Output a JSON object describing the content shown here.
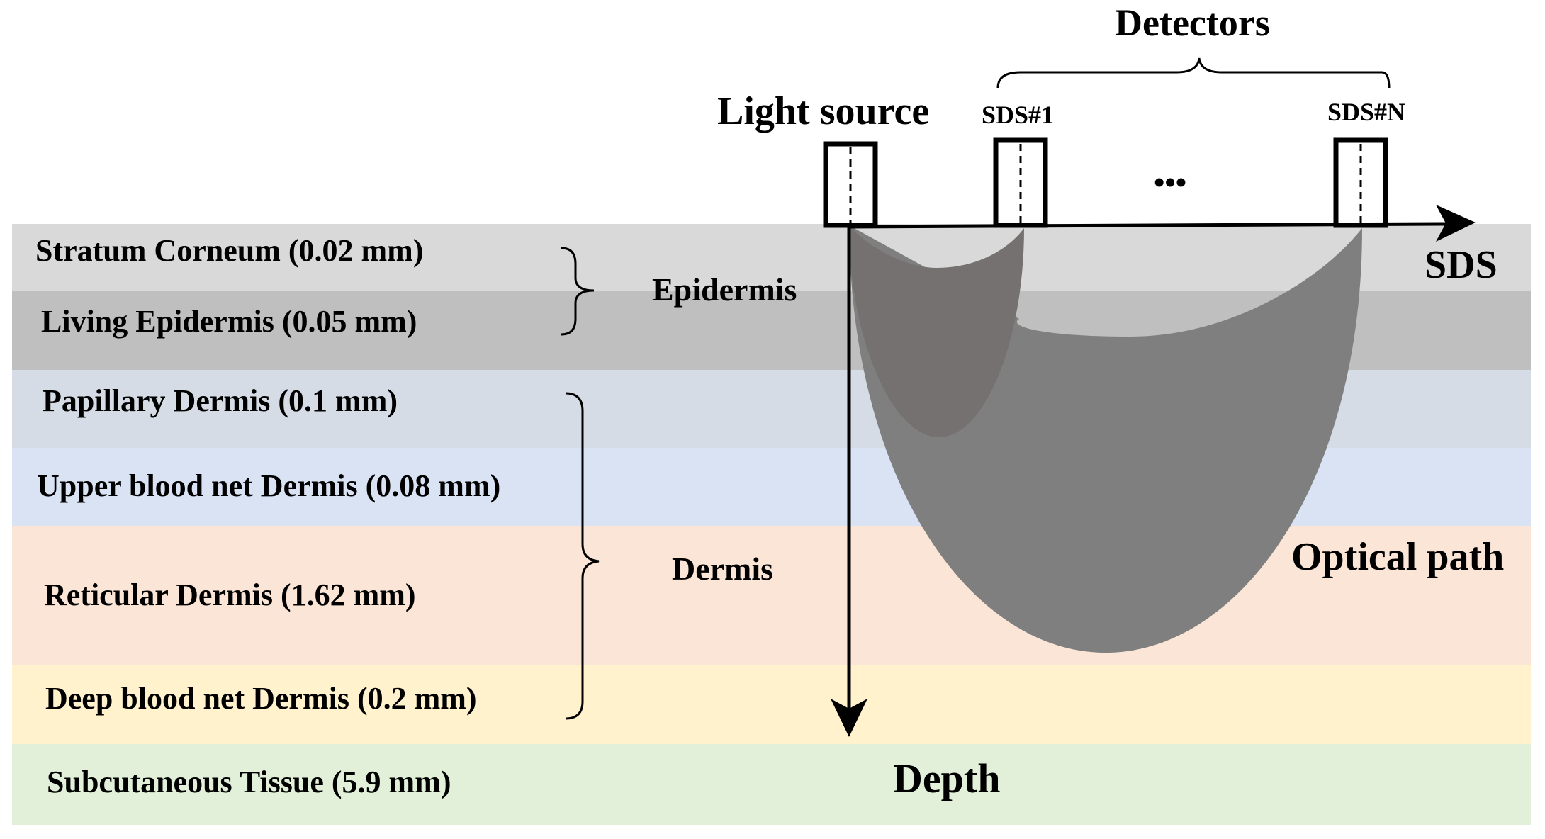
{
  "title": {
    "detectors": "Detectors",
    "light_source": "Light source",
    "sds1": "SDS#1",
    "sdsN": "SDS#N",
    "dots": "•••",
    "sds_axis": "SDS",
    "depth_axis": "Depth",
    "optical_path": "Optical path"
  },
  "layers": [
    {
      "label": "Stratum Corneum (0.02 mm)",
      "color": "#d9d9d9"
    },
    {
      "label": "Living Epidermis (0.05 mm)",
      "color": "#bfbfbf"
    },
    {
      "label": "Papillary Dermis (0.1 mm)",
      "color": "#d6dce5"
    },
    {
      "label": "Upper blood net Dermis (0.08 mm)",
      "color": "#dae3f3"
    },
    {
      "label": "Reticular Dermis (1.62 mm)",
      "color": "#fbe5d6"
    },
    {
      "label": "Deep blood net Dermis (0.2 mm)",
      "color": "#fff2cc"
    },
    {
      "label": "Subcutaneous Tissue (5.9 mm)",
      "color": "#e2f0d9"
    }
  ],
  "groups": {
    "epidermis": "Epidermis",
    "dermis": "Dermis"
  },
  "colors": {
    "optical_path_large": "#7f7f7f",
    "optical_path_small": "#767171",
    "stroke": "#000000"
  }
}
